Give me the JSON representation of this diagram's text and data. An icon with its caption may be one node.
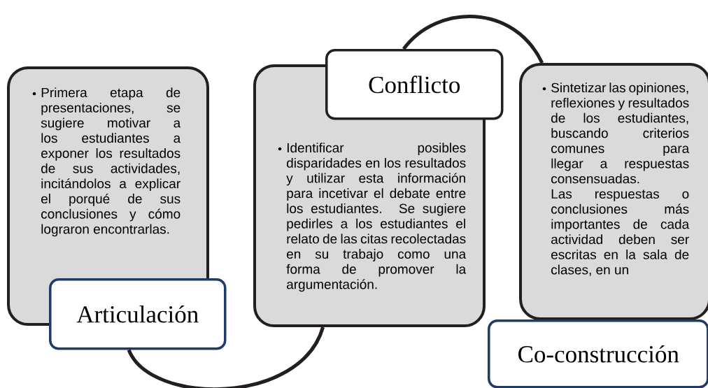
{
  "diagram": {
    "nodes": [
      {
        "text": [
          "Primera etapa de presentaciones, se sugiere motivar a los estudiantes a exponer los resultados de sus actividades, incitándolos a explicar el porqué de sus conclusiones y cómo lograron encontrarlas."
        ]
      },
      {
        "text": [
          "Articulación"
        ]
      },
      {
        "text": [
          "Conflicto"
        ]
      },
      {
        "text": [
          "Identificar posibles disparidades en los resultados y utilizar esta información para incetivar el debate entre los estudiantes. Se sugiere pedirles a los estudiantes el relato de las citas recolectadas en su trabajo como una forma de promover la argumentación."
        ]
      },
      {
        "text": [
          "Sintetizar las opiniones, reflexiones y resultados de los estudiantes, buscando criterios comunes para llegar a respuestas consensuadas. Las respuestas o conclusiones más importantes de cada actividad deben ser escritas en la sala de clases, en un"
        ]
      },
      {
        "text": [
          "Co-construcción"
        ]
      }
    ],
    "edges": [
      {
        "from": 1,
        "to": 3,
        "arrow": "none"
      },
      {
        "from": 2,
        "to": 4,
        "arrow": "none"
      }
    ]
  }
}
